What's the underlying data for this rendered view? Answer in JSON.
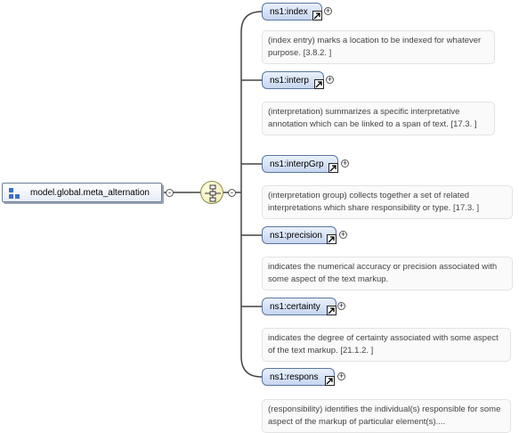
{
  "root": {
    "label": "model.global.meta_alternation",
    "icon": "model-group-icon",
    "toggle": "-"
  },
  "compositor": {
    "icon": "sequence-icon",
    "toggle": "-"
  },
  "children": [
    {
      "label": "ns1:index",
      "toggle": "+",
      "description": "(index entry) marks a location to be indexed for whatever purpose. [3.8.2. ]"
    },
    {
      "label": "ns1:interp",
      "toggle": "+",
      "description": "(interpretation) summarizes a specific interpretative annotation which can be linked to a span of text. [17.3. ]"
    },
    {
      "label": "ns1:interpGrp",
      "toggle": "+",
      "description": "(interpretation group) collects together a set of related interpretations which share responsibility or type. [17.3. ]"
    },
    {
      "label": "ns1:precision",
      "toggle": "+",
      "description": "indicates the numerical accuracy or precision associated with some aspect of the text markup."
    },
    {
      "label": "ns1:certainty",
      "toggle": "+",
      "description": "indicates the degree of certainty associated with some aspect of the text markup. [21.1.2. ]"
    },
    {
      "label": "ns1:respons",
      "toggle": "+",
      "description": "(responsibility) identifies the individual(s) responsible for some aspect of the markup of particular element(s)...."
    }
  ],
  "colors": {
    "node_fill": "#c6d6f0",
    "node_border": "#5a76a4",
    "compositor_fill": "#f2eab0",
    "connector": "#444444"
  }
}
